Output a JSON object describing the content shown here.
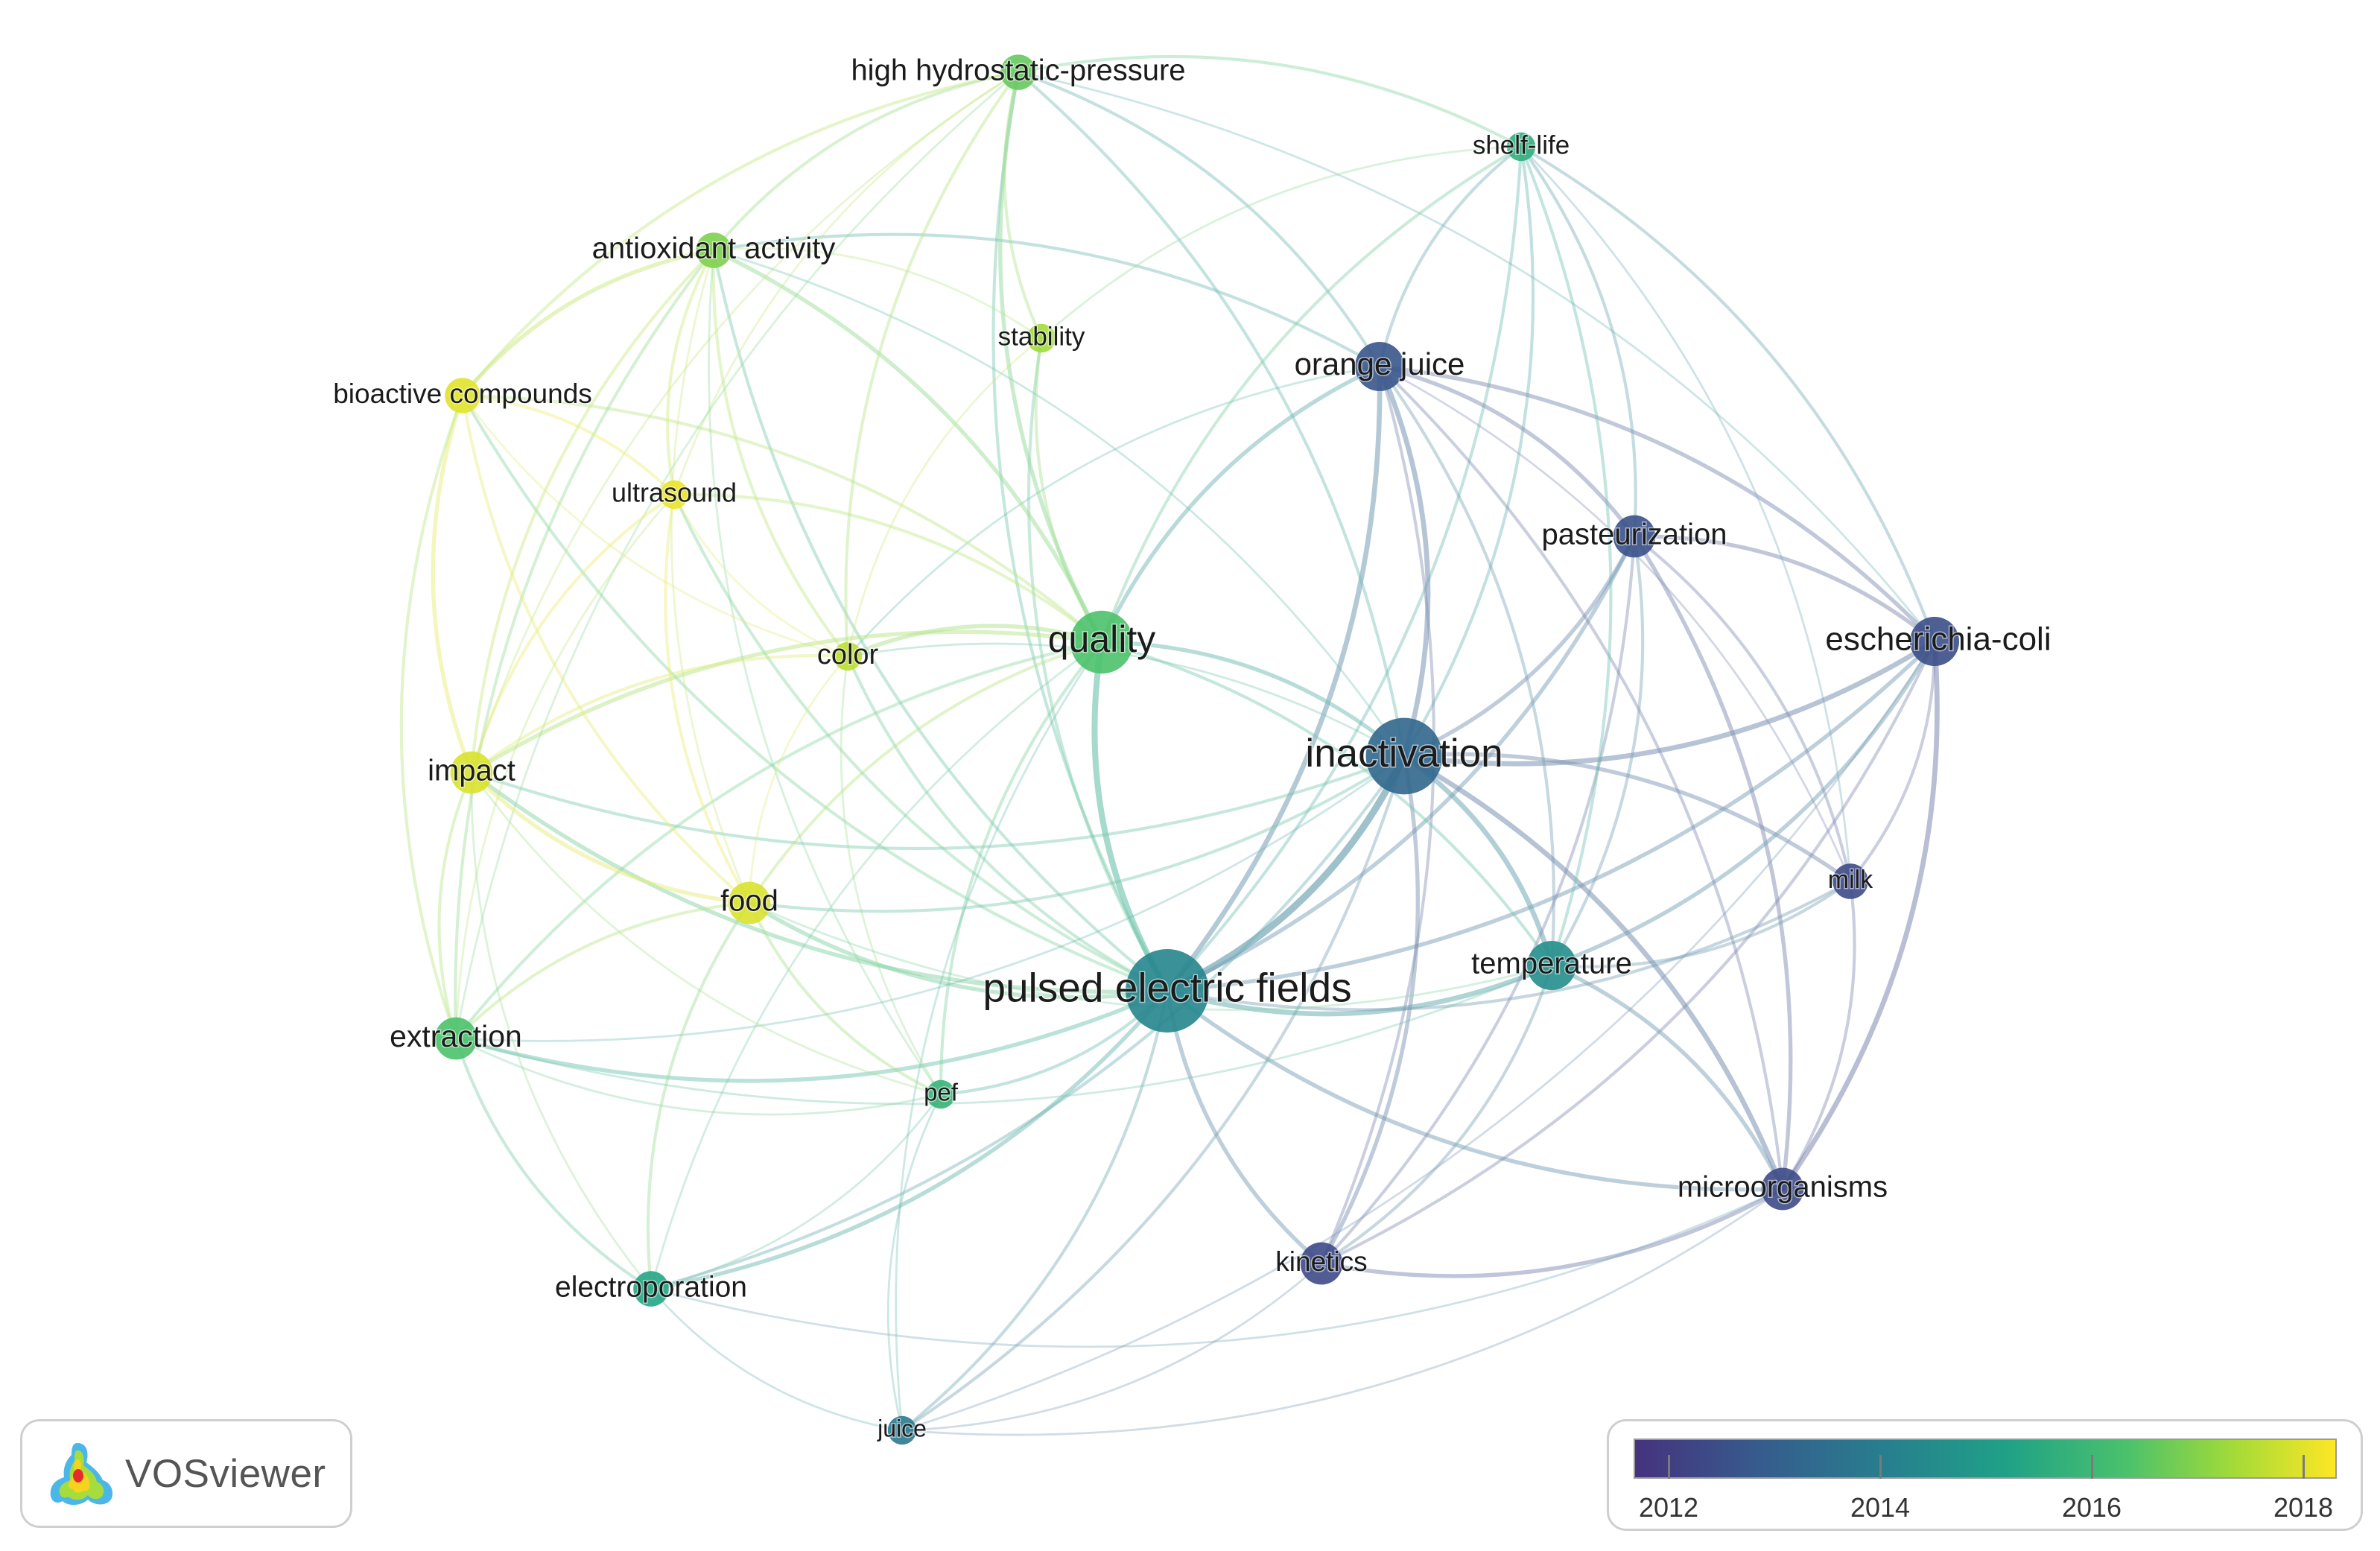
{
  "network": {
    "nodes": [
      {
        "id": "high-hydrostatic-pressure",
        "label": "high hydrostatic-pressure",
        "year": 2016.6,
        "weight": 3
      },
      {
        "id": "shelf-life",
        "label": "shelf-life",
        "year": 2015.6,
        "weight": 2
      },
      {
        "id": "antioxidant-activity",
        "label": "antioxidant activity",
        "year": 2016.9,
        "weight": 3
      },
      {
        "id": "stability",
        "label": "stability",
        "year": 2017.3,
        "weight": 2
      },
      {
        "id": "orange-juice",
        "label": "orange juice",
        "year": 2012.6,
        "weight": 5
      },
      {
        "id": "bioactive-compounds",
        "label": "bioactive compounds",
        "year": 2018.0,
        "weight": 3
      },
      {
        "id": "ultrasound",
        "label": "ultrasound",
        "year": 2018.1,
        "weight": 2
      },
      {
        "id": "pasteurization",
        "label": "pasteurization",
        "year": 2012.5,
        "weight": 4
      },
      {
        "id": "escherichia-coli",
        "label": "escherichia-coli",
        "year": 2012.4,
        "weight": 5
      },
      {
        "id": "quality",
        "label": "quality",
        "year": 2016.3,
        "weight": 7
      },
      {
        "id": "color",
        "label": "color",
        "year": 2017.6,
        "weight": 2
      },
      {
        "id": "inactivation",
        "label": "inactivation",
        "year": 2013.2,
        "weight": 9
      },
      {
        "id": "impact",
        "label": "impact",
        "year": 2017.9,
        "weight": 4
      },
      {
        "id": "milk",
        "label": "milk",
        "year": 2012.3,
        "weight": 3
      },
      {
        "id": "food",
        "label": "food",
        "year": 2017.9,
        "weight": 4
      },
      {
        "id": "temperature",
        "label": "temperature",
        "year": 2014.5,
        "weight": 5
      },
      {
        "id": "pulsed-electric-fields",
        "label": "pulsed electric fields",
        "year": 2014.2,
        "weight": 10
      },
      {
        "id": "extraction",
        "label": "extraction",
        "year": 2016.3,
        "weight": 4
      },
      {
        "id": "pef",
        "label": "pef",
        "year": 2015.8,
        "weight": 2
      },
      {
        "id": "microorganisms",
        "label": "microorganisms",
        "year": 2012.3,
        "weight": 4
      },
      {
        "id": "kinetics",
        "label": "kinetics",
        "year": 2012.3,
        "weight": 4
      },
      {
        "id": "electroporation",
        "label": "electroporation",
        "year": 2015.3,
        "weight": 3
      },
      {
        "id": "juice",
        "label": "juice",
        "year": 2013.8,
        "weight": 2
      }
    ],
    "links": [
      [
        "pulsed-electric-fields",
        "inactivation",
        6
      ],
      [
        "pulsed-electric-fields",
        "quality",
        5
      ],
      [
        "pulsed-electric-fields",
        "temperature",
        4
      ],
      [
        "pulsed-electric-fields",
        "orange-juice",
        4
      ],
      [
        "pulsed-electric-fields",
        "escherichia-coli",
        3
      ],
      [
        "pulsed-electric-fields",
        "microorganisms",
        3
      ],
      [
        "pulsed-electric-fields",
        "kinetics",
        3
      ],
      [
        "pulsed-electric-fields",
        "pasteurization",
        3
      ],
      [
        "pulsed-electric-fields",
        "extraction",
        3
      ],
      [
        "pulsed-electric-fields",
        "impact",
        3
      ],
      [
        "pulsed-electric-fields",
        "food",
        3
      ],
      [
        "pulsed-electric-fields",
        "electroporation",
        3
      ],
      [
        "pulsed-electric-fields",
        "juice",
        2
      ],
      [
        "pulsed-electric-fields",
        "pef",
        2
      ],
      [
        "pulsed-electric-fields",
        "color",
        2
      ],
      [
        "pulsed-electric-fields",
        "high-hydrostatic-pressure",
        2
      ],
      [
        "pulsed-electric-fields",
        "shelf-life",
        2
      ],
      [
        "pulsed-electric-fields",
        "antioxidant-activity",
        2
      ],
      [
        "pulsed-electric-fields",
        "bioactive-compounds",
        2
      ],
      [
        "pulsed-electric-fields",
        "milk",
        2
      ],
      [
        "pulsed-electric-fields",
        "stability",
        2
      ],
      [
        "pulsed-electric-fields",
        "ultrasound",
        2
      ],
      [
        "inactivation",
        "escherichia-coli",
        4
      ],
      [
        "inactivation",
        "orange-juice",
        4
      ],
      [
        "inactivation",
        "pasteurization",
        3
      ],
      [
        "inactivation",
        "temperature",
        4
      ],
      [
        "inactivation",
        "microorganisms",
        4
      ],
      [
        "inactivation",
        "kinetics",
        3
      ],
      [
        "inactivation",
        "milk",
        3
      ],
      [
        "inactivation",
        "quality",
        3
      ],
      [
        "inactivation",
        "shelf-life",
        2
      ],
      [
        "inactivation",
        "high-hydrostatic-pressure",
        2
      ],
      [
        "inactivation",
        "juice",
        2
      ],
      [
        "inactivation",
        "food",
        2
      ],
      [
        "inactivation",
        "impact",
        2
      ],
      [
        "inactivation",
        "color",
        1
      ],
      [
        "inactivation",
        "electroporation",
        2
      ],
      [
        "inactivation",
        "extraction",
        1
      ],
      [
        "inactivation",
        "antioxidant-activity",
        1
      ],
      [
        "orange-juice",
        "pasteurization",
        3
      ],
      [
        "orange-juice",
        "escherichia-coli",
        3
      ],
      [
        "orange-juice",
        "shelf-life",
        2
      ],
      [
        "orange-juice",
        "quality",
        3
      ],
      [
        "orange-juice",
        "temperature",
        2
      ],
      [
        "orange-juice",
        "microorganisms",
        2
      ],
      [
        "orange-juice",
        "kinetics",
        2
      ],
      [
        "orange-juice",
        "antioxidant-activity",
        2
      ],
      [
        "orange-juice",
        "high-hydrostatic-pressure",
        2
      ],
      [
        "orange-juice",
        "color",
        1
      ],
      [
        "orange-juice",
        "milk",
        1
      ],
      [
        "pasteurization",
        "escherichia-coli",
        3
      ],
      [
        "pasteurization",
        "milk",
        2
      ],
      [
        "pasteurization",
        "microorganisms",
        3
      ],
      [
        "pasteurization",
        "temperature",
        2
      ],
      [
        "pasteurization",
        "shelf-life",
        2
      ],
      [
        "pasteurization",
        "kinetics",
        2
      ],
      [
        "escherichia-coli",
        "milk",
        2
      ],
      [
        "escherichia-coli",
        "microorganisms",
        4
      ],
      [
        "escherichia-coli",
        "temperature",
        3
      ],
      [
        "escherichia-coli",
        "shelf-life",
        2
      ],
      [
        "escherichia-coli",
        "kinetics",
        2
      ],
      [
        "escherichia-coli",
        "juice",
        1
      ],
      [
        "escherichia-coli",
        "high-hydrostatic-pressure",
        1
      ],
      [
        "milk",
        "microorganisms",
        2
      ],
      [
        "milk",
        "temperature",
        2
      ],
      [
        "microorganisms",
        "temperature",
        3
      ],
      [
        "microorganisms",
        "kinetics",
        3
      ],
      [
        "microorganisms",
        "juice",
        1
      ],
      [
        "microorganisms",
        "electroporation",
        1
      ],
      [
        "kinetics",
        "temperature",
        2
      ],
      [
        "kinetics",
        "juice",
        1
      ],
      [
        "temperature",
        "quality",
        2
      ],
      [
        "temperature",
        "shelf-life",
        2
      ],
      [
        "temperature",
        "food",
        1
      ],
      [
        "temperature",
        "extraction",
        1
      ],
      [
        "quality",
        "high-hydrostatic-pressure",
        3
      ],
      [
        "quality",
        "antioxidant-activity",
        3
      ],
      [
        "quality",
        "stability",
        2
      ],
      [
        "quality",
        "color",
        3
      ],
      [
        "quality",
        "bioactive-compounds",
        2
      ],
      [
        "quality",
        "ultrasound",
        2
      ],
      [
        "quality",
        "impact",
        3
      ],
      [
        "quality",
        "food",
        2
      ],
      [
        "quality",
        "extraction",
        2
      ],
      [
        "quality",
        "pef",
        2
      ],
      [
        "quality",
        "shelf-life",
        2
      ],
      [
        "quality",
        "electroporation",
        1
      ],
      [
        "quality",
        "juice",
        1
      ],
      [
        "high-hydrostatic-pressure",
        "antioxidant-activity",
        2
      ],
      [
        "high-hydrostatic-pressure",
        "stability",
        2
      ],
      [
        "high-hydrostatic-pressure",
        "shelf-life",
        2
      ],
      [
        "high-hydrostatic-pressure",
        "bioactive-compounds",
        2
      ],
      [
        "high-hydrostatic-pressure",
        "color",
        2
      ],
      [
        "high-hydrostatic-pressure",
        "impact",
        1
      ],
      [
        "high-hydrostatic-pressure",
        "ultrasound",
        1
      ],
      [
        "high-hydrostatic-pressure",
        "extraction",
        1
      ],
      [
        "antioxidant-activity",
        "bioactive-compounds",
        3
      ],
      [
        "antioxidant-activity",
        "ultrasound",
        2
      ],
      [
        "antioxidant-activity",
        "color",
        2
      ],
      [
        "antioxidant-activity",
        "impact",
        2
      ],
      [
        "antioxidant-activity",
        "stability",
        1
      ],
      [
        "antioxidant-activity",
        "food",
        1
      ],
      [
        "antioxidant-activity",
        "extraction",
        2
      ],
      [
        "antioxidant-activity",
        "pef",
        1
      ],
      [
        "bioactive-compounds",
        "ultrasound",
        2
      ],
      [
        "bioactive-compounds",
        "impact",
        3
      ],
      [
        "bioactive-compounds",
        "extraction",
        2
      ],
      [
        "bioactive-compounds",
        "food",
        2
      ],
      [
        "bioactive-compounds",
        "color",
        1
      ],
      [
        "ultrasound",
        "impact",
        2
      ],
      [
        "ultrasound",
        "food",
        2
      ],
      [
        "ultrasound",
        "color",
        1
      ],
      [
        "ultrasound",
        "extraction",
        1
      ],
      [
        "impact",
        "food",
        3
      ],
      [
        "impact",
        "extraction",
        2
      ],
      [
        "impact",
        "color",
        2
      ],
      [
        "impact",
        "electroporation",
        1
      ],
      [
        "impact",
        "pef",
        1
      ],
      [
        "food",
        "extraction",
        2
      ],
      [
        "food",
        "pef",
        2
      ],
      [
        "food",
        "electroporation",
        2
      ],
      [
        "food",
        "color",
        1
      ],
      [
        "extraction",
        "electroporation",
        2
      ],
      [
        "extraction",
        "pef",
        1
      ],
      [
        "electroporation",
        "pef",
        1
      ],
      [
        "electroporation",
        "juice",
        1
      ],
      [
        "stability",
        "color",
        1
      ],
      [
        "stability",
        "shelf-life",
        1
      ],
      [
        "pef",
        "juice",
        1
      ],
      [
        "shelf-life",
        "milk",
        1
      ],
      [
        "color",
        "pef",
        1
      ]
    ]
  },
  "logo": {
    "text": "VOSviewer"
  },
  "legend": {
    "labels": [
      "2012",
      "2014",
      "2016",
      "2018"
    ],
    "min": 2011.6,
    "max": 2018.3
  }
}
